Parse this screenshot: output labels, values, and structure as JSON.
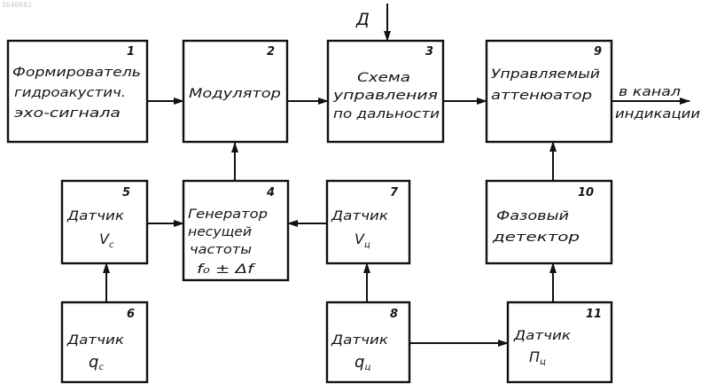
{
  "watermark": "1640662",
  "blocks": {
    "b1": {
      "num": "1",
      "lines": [
        "Формирователь",
        "гидроакустич.",
        "эхо-сигнала"
      ]
    },
    "b2": {
      "num": "2",
      "lines": [
        "Модулятор"
      ]
    },
    "b3": {
      "num": "3",
      "lines": [
        "Схема",
        "управления",
        "по дальности"
      ]
    },
    "b9": {
      "num": "9",
      "lines": [
        "Управляемый",
        "аттенюатор"
      ]
    },
    "b5": {
      "num": "5",
      "line1": "Датчик",
      "sym": "V",
      "sub": "c"
    },
    "b4": {
      "num": "4",
      "lines": [
        "Генератор",
        "несущей",
        "частоты",
        "f₀ ± Δf"
      ]
    },
    "b7": {
      "num": "7",
      "line1": "Датчик",
      "sym": "V",
      "sub": "ц"
    },
    "b10": {
      "num": "10",
      "lines": [
        "Фазовый",
        "детектор"
      ]
    },
    "b6": {
      "num": "6",
      "line1": "Датчик",
      "sym": "q",
      "sub": "c"
    },
    "b8": {
      "num": "8",
      "line1": "Датчик",
      "sym": "q",
      "sub": "ц"
    },
    "b11": {
      "num": "11",
      "line1": "Датчик",
      "sym": "П",
      "sub": "ц"
    }
  },
  "input_delta": "Д",
  "output_label": [
    "в канал",
    "индикации"
  ]
}
